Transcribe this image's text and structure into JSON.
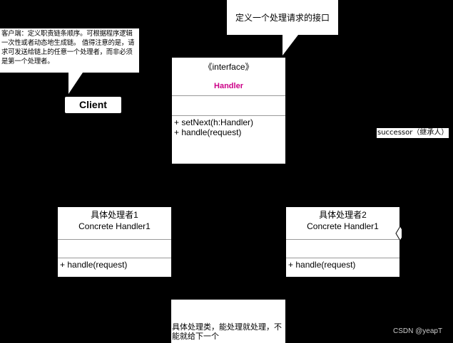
{
  "notes": {
    "client_note": "客户端：定义职责链条顺序。可根据程序逻辑一次性或者动态地生成链。 值得注意的是，请求可发送给链上的任意一个处理者，而非必须是第一个处理者。",
    "interface_note": "定义一个处理请求的接口",
    "concrete_note": "具体处理类，能处理就处理，不能就给下一个"
  },
  "client": {
    "label": "Client"
  },
  "handler": {
    "stereotype": "《interface》",
    "name": "Handler",
    "ops": [
      "+ setNext(h:Handler)",
      "+ handle(request)"
    ]
  },
  "concrete1": {
    "title_cn": "具体处理者1",
    "title_en": "Concrete Handler1",
    "ops": [
      "+ handle(request)"
    ]
  },
  "concrete2": {
    "title_cn": "具体处理者2",
    "title_en": "Concrete Handler1",
    "ops": [
      "+ handle(request)"
    ]
  },
  "successor_label": "successor（继承人）",
  "watermark": "CSDN @yeapT",
  "colors": {
    "background": "#000000",
    "handler_name": "#cc0088"
  }
}
